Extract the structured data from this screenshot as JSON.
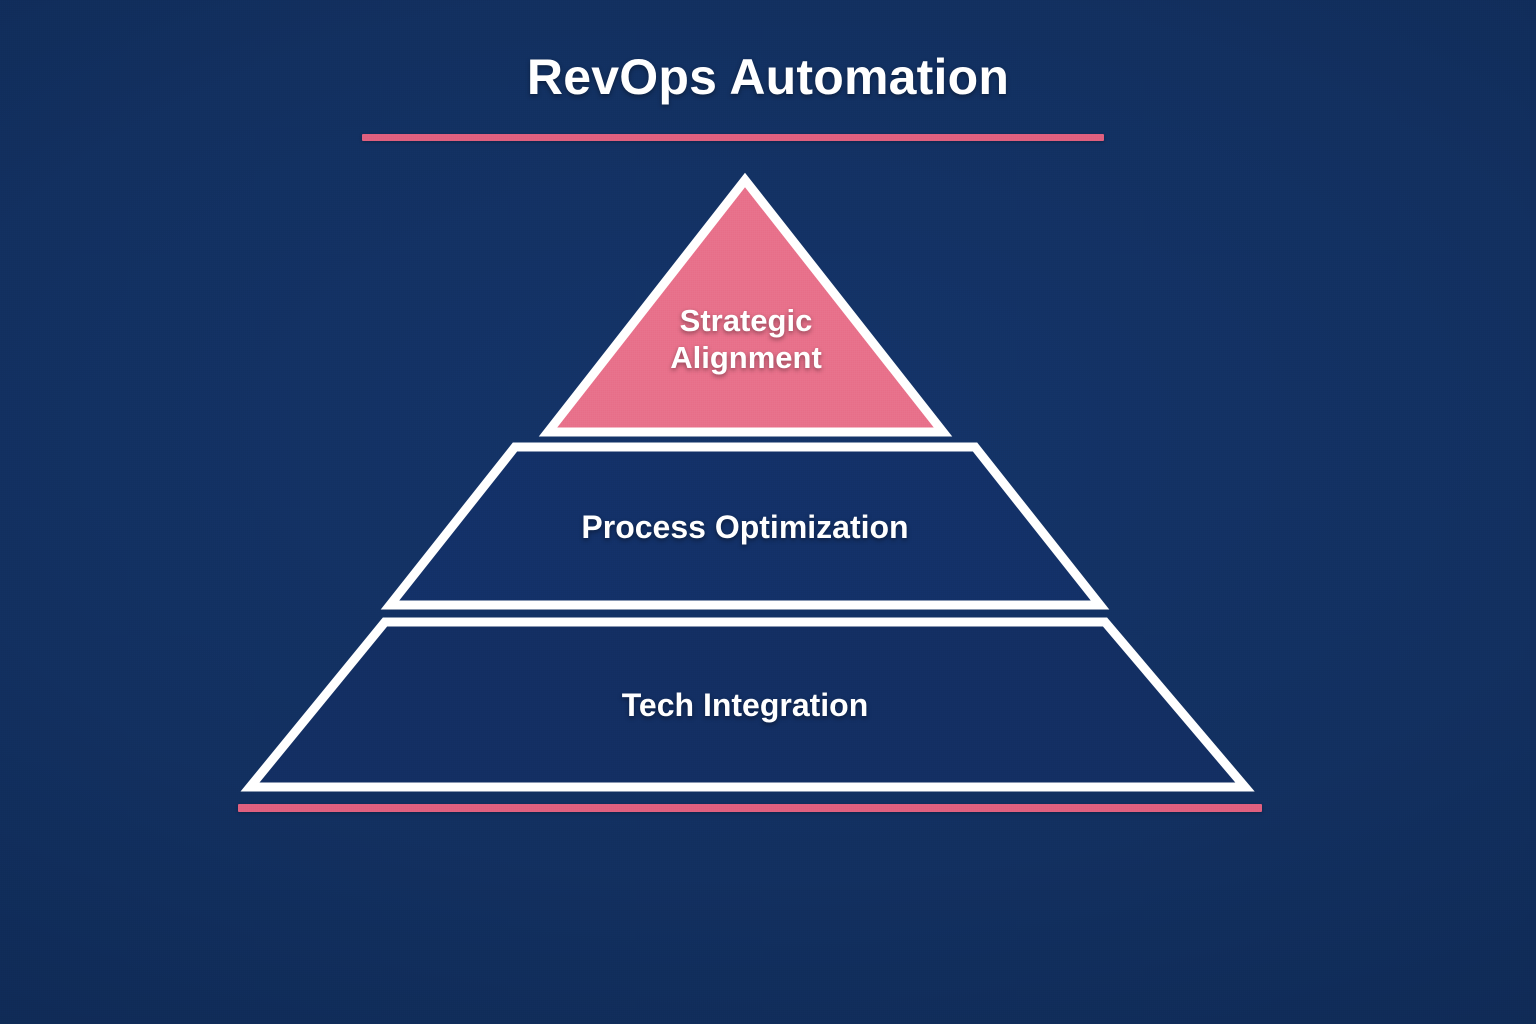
{
  "page": {
    "title": "RevOps Automation",
    "background_color": "#102b5c",
    "accent_color": "#e0607f",
    "text_color": "#ffffff"
  },
  "title_rule": {
    "color": "#e0607f"
  },
  "base_rule": {
    "color": "#e0607f"
  },
  "chart_data": {
    "type": "pyramid",
    "title": "RevOps Automation",
    "orientation": "top-to-bottom",
    "levels": [
      {
        "rank": 1,
        "label": "Strategic Alignment",
        "label_lines": "Strategic\nAlignment",
        "shape": "triangle",
        "fill": "#e8718b",
        "stroke": "#ffffff",
        "width_share": 0.27
      },
      {
        "rank": 2,
        "label": "Process Optimization",
        "label_lines": "Process Optimization",
        "shape": "trapezoid",
        "fill": "#133168",
        "stroke": "#ffffff",
        "width_share": 0.6
      },
      {
        "rank": 3,
        "label": "Tech Integration",
        "label_lines": "Tech Integration",
        "shape": "trapezoid",
        "fill": "#132f63",
        "stroke": "#ffffff",
        "width_share": 1.0
      }
    ],
    "legend": [],
    "annotations": []
  }
}
